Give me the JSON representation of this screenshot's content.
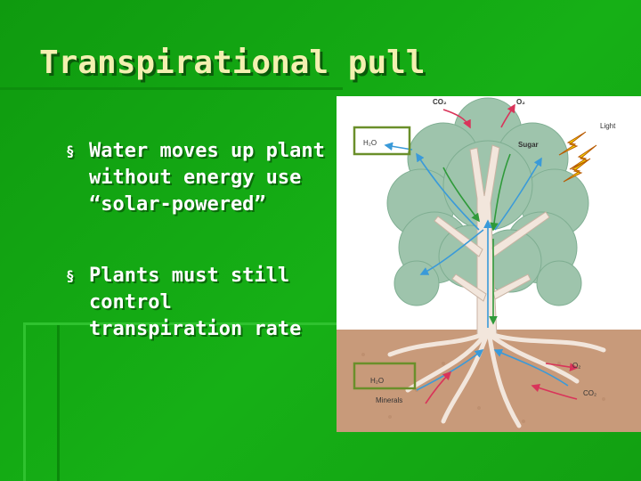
{
  "slide": {
    "title": "Transpirational pull",
    "bullets": [
      {
        "text": "Water moves up plant without energy use",
        "extra": "“solar-powered”"
      },
      {
        "text": "Plants must still control transpiration rate",
        "extra": ""
      }
    ]
  },
  "diagram": {
    "labels": {
      "co2_top": "CO₂",
      "o2_top": "O₂",
      "light": "Light",
      "h2o_top": "H₂O",
      "sugar": "Sugar",
      "h2o_bottom": "H₂O",
      "minerals": "Minerals",
      "o2_bottom": "O₂",
      "co2_bottom": "CO₂"
    }
  },
  "colors": {
    "background": "#12a512",
    "title": "#f3f0b0",
    "bullet_text": "#ffffff",
    "highlight_box": "#6a8f2a",
    "water_arrow": "#3a9ad9",
    "sugar_arrow": "#2f9a3a",
    "gas_arrow": "#d9345a",
    "light": "#f5d800"
  }
}
